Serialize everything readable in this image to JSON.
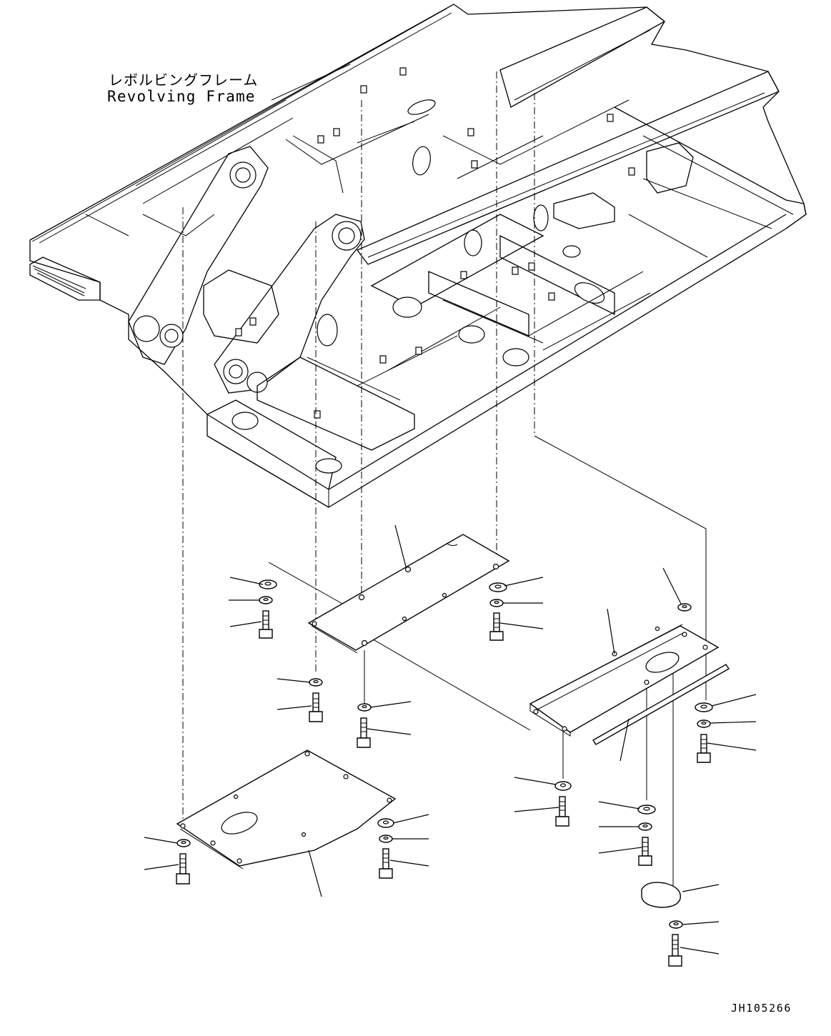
{
  "diagram": {
    "title_jp": "レボルビングフレーム",
    "title_en": "Revolving Frame",
    "ref_code": "JH105266"
  },
  "colors": {
    "line": "#000000",
    "background": "#ffffff"
  }
}
